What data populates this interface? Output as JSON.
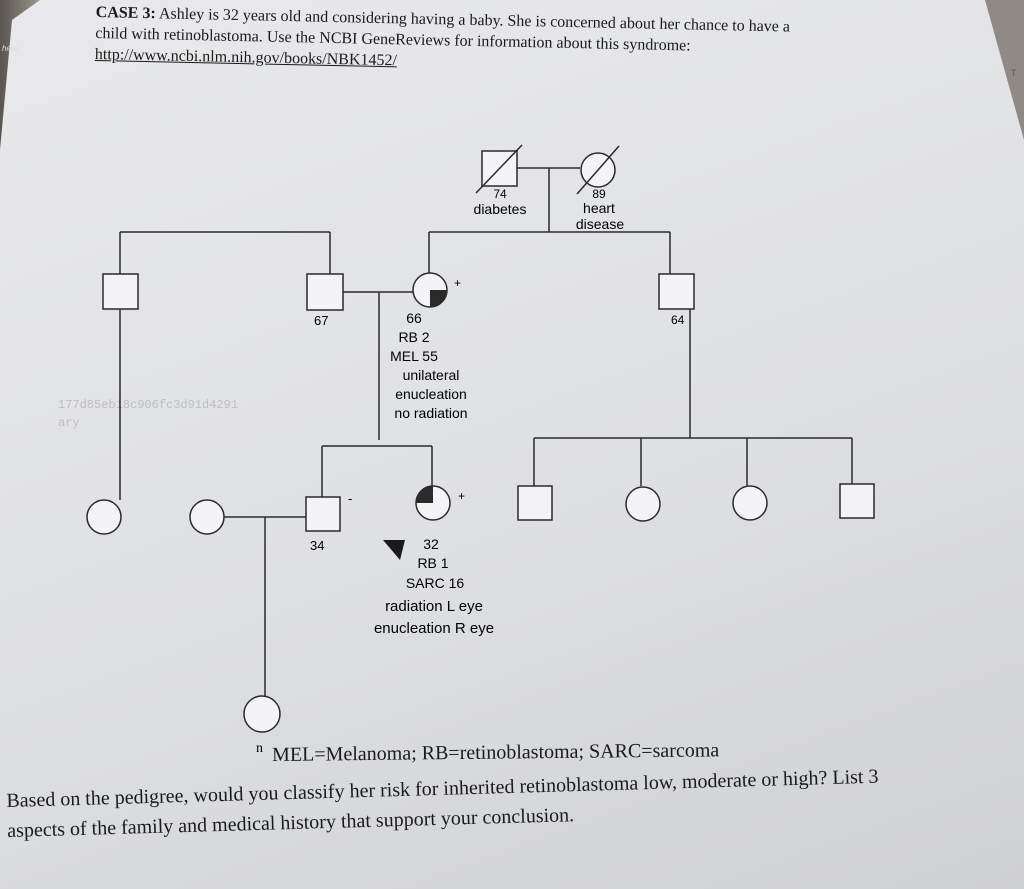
{
  "header": {
    "case_label": "CASE 3:",
    "line1": "Ashley is 32 years old and considering having a baby. She is concerned about her chance to have a",
    "line2": "child with retinoblastoma. Use the NCBI GeneReviews for information about this syndrome:",
    "url": "http://www.ncbi.nlm.nih.gov/books/NBK1452/"
  },
  "pedigree": {
    "grandfather": {
      "age": "74",
      "condition": "diabetes"
    },
    "grandmother": {
      "age": "89",
      "condition_line1": "heart",
      "condition_line2": "disease"
    },
    "uncle_left": {
      "age": "67"
    },
    "mother": {
      "status": "+",
      "line1": "66",
      "line2": "RB 2",
      "line3": "MEL 55",
      "line4": "unilateral",
      "line5": "enucleation",
      "line6": "no radiation"
    },
    "uncle_right": {
      "age": "64"
    },
    "brother": {
      "age": "34",
      "status": "-"
    },
    "proband": {
      "status": "+",
      "line1": "32",
      "line2": "RB 1",
      "line3": "SARC 16",
      "line4": "radiation L eye",
      "line5": "enucleation R eye"
    },
    "niece_label": "n"
  },
  "watermark": {
    "line1": "177d85eb18c906fc3d91d4291",
    "line2": "ary"
  },
  "legend": "MEL=Melanoma; RB=retinoblastoma; SARC=sarcoma",
  "question": {
    "line1": "Based on the pedigree, would you classify her risk for inherited retinoblastoma low, moderate or high? List 3",
    "line2": "aspects of the family and medical history that support your conclusion."
  },
  "margin_notes": {
    "left": "here",
    "right": "T"
  },
  "colors": {
    "paper": "#e4e4e7",
    "ink": "#1a1a1a",
    "background": "#8f8a86"
  }
}
